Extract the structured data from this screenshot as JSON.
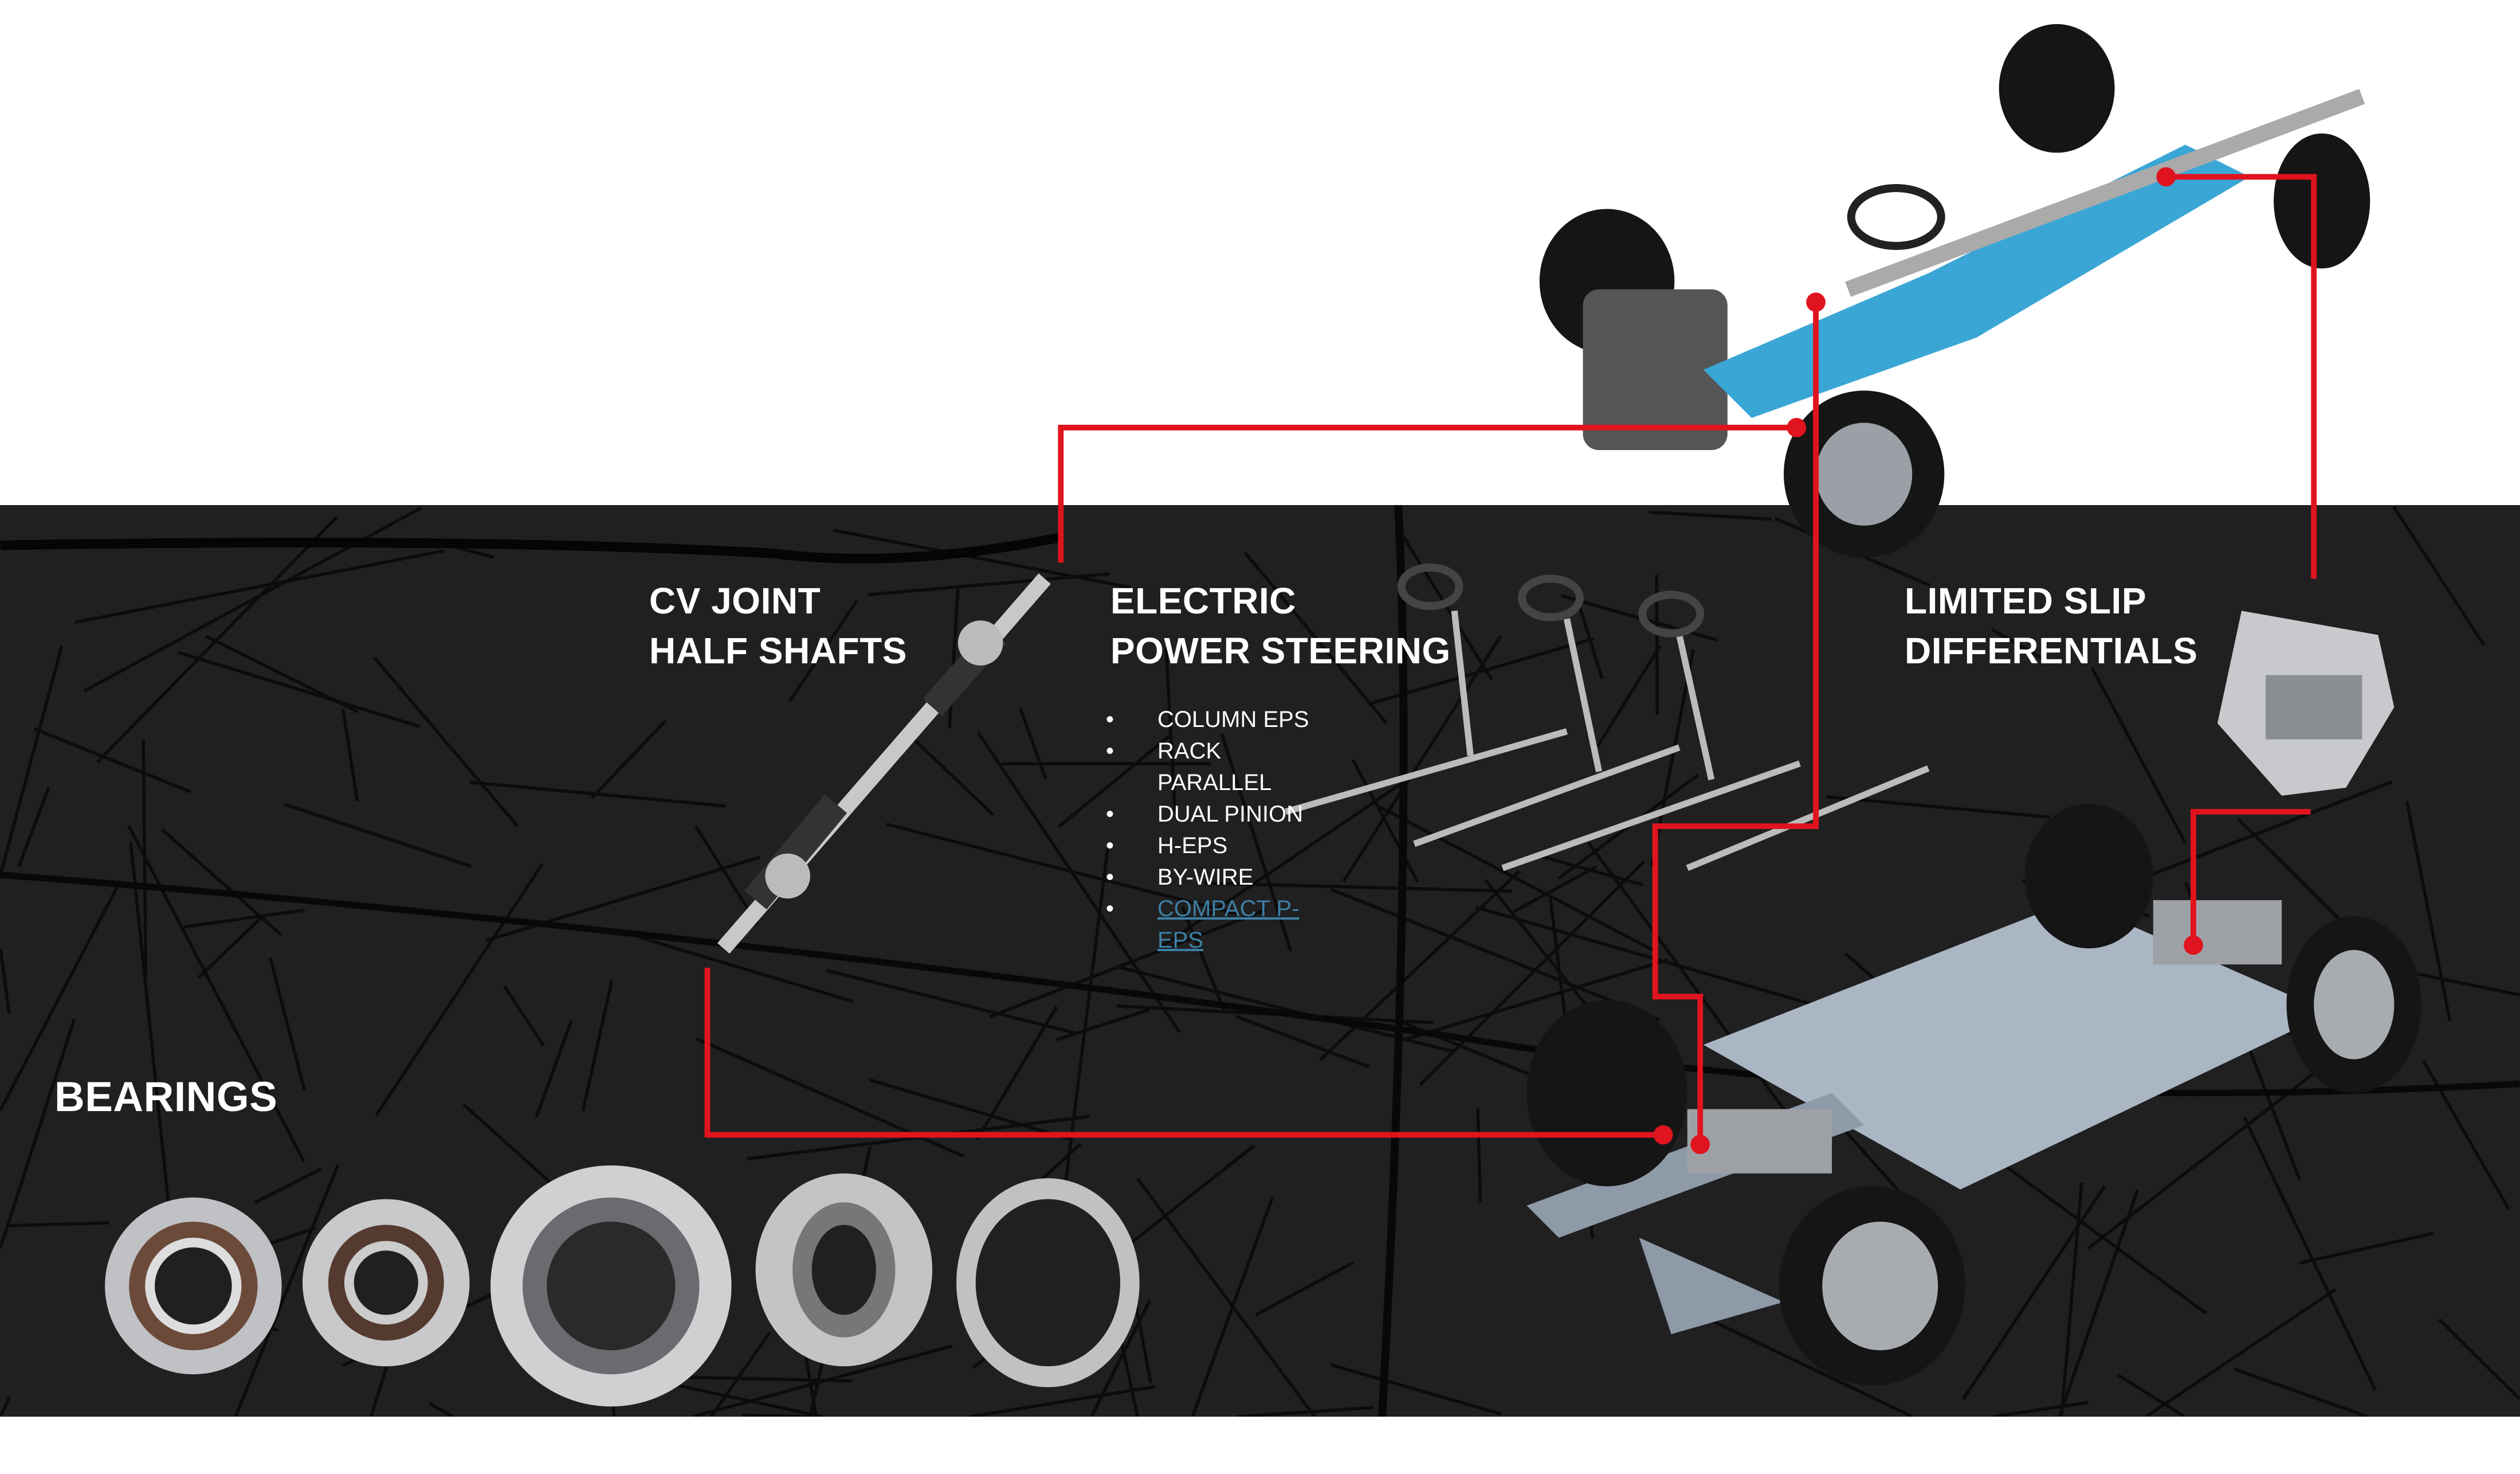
{
  "sections": {
    "cv_joint": {
      "line1": "CV JOINT",
      "line2": "HALF SHAFTS"
    },
    "eps": {
      "line1": "ELECTRIC",
      "line2": "POWER STEERING",
      "items": [
        {
          "label": "COLUMN EPS",
          "bullet": true
        },
        {
          "label": "RACK",
          "bullet": true
        },
        {
          "label": "PARALLEL",
          "bullet": false
        },
        {
          "label": "DUAL PINION",
          "bullet": true
        },
        {
          "label": "H-EPS",
          "bullet": true
        },
        {
          "label": "BY-WIRE",
          "bullet": true
        }
      ],
      "link": "COMPACT P-EPS"
    },
    "lsd": {
      "line1": "LIMITED SLIP",
      "line2": "DIFFERENTIALS"
    },
    "bearings": {
      "title": "BEARINGS"
    }
  },
  "colors": {
    "accent_red": "#e0141e",
    "map_bg": "#202020",
    "link": "#3d7fa6",
    "drivetrain_blue": "#3aa6d6"
  }
}
